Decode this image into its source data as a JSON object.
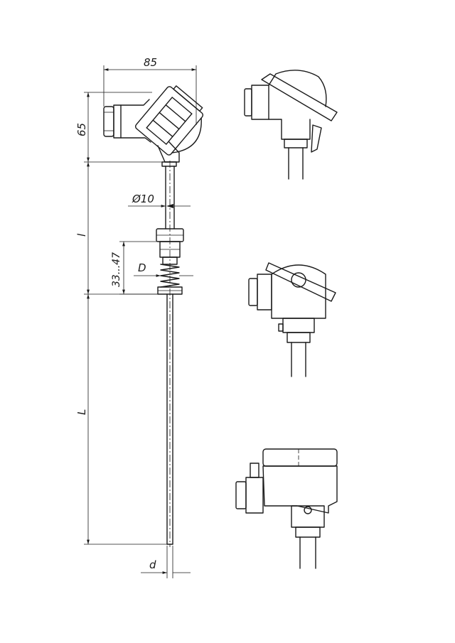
{
  "dimensions": {
    "width_85": "85",
    "height_65": "65",
    "diameter_10": "Ø10",
    "length_l": "l",
    "thread_range": "33...47",
    "thread_D": "D",
    "length_L": "L",
    "tip_d": "d"
  },
  "colors": {
    "line": "#1a1a1a",
    "background": "#ffffff"
  }
}
